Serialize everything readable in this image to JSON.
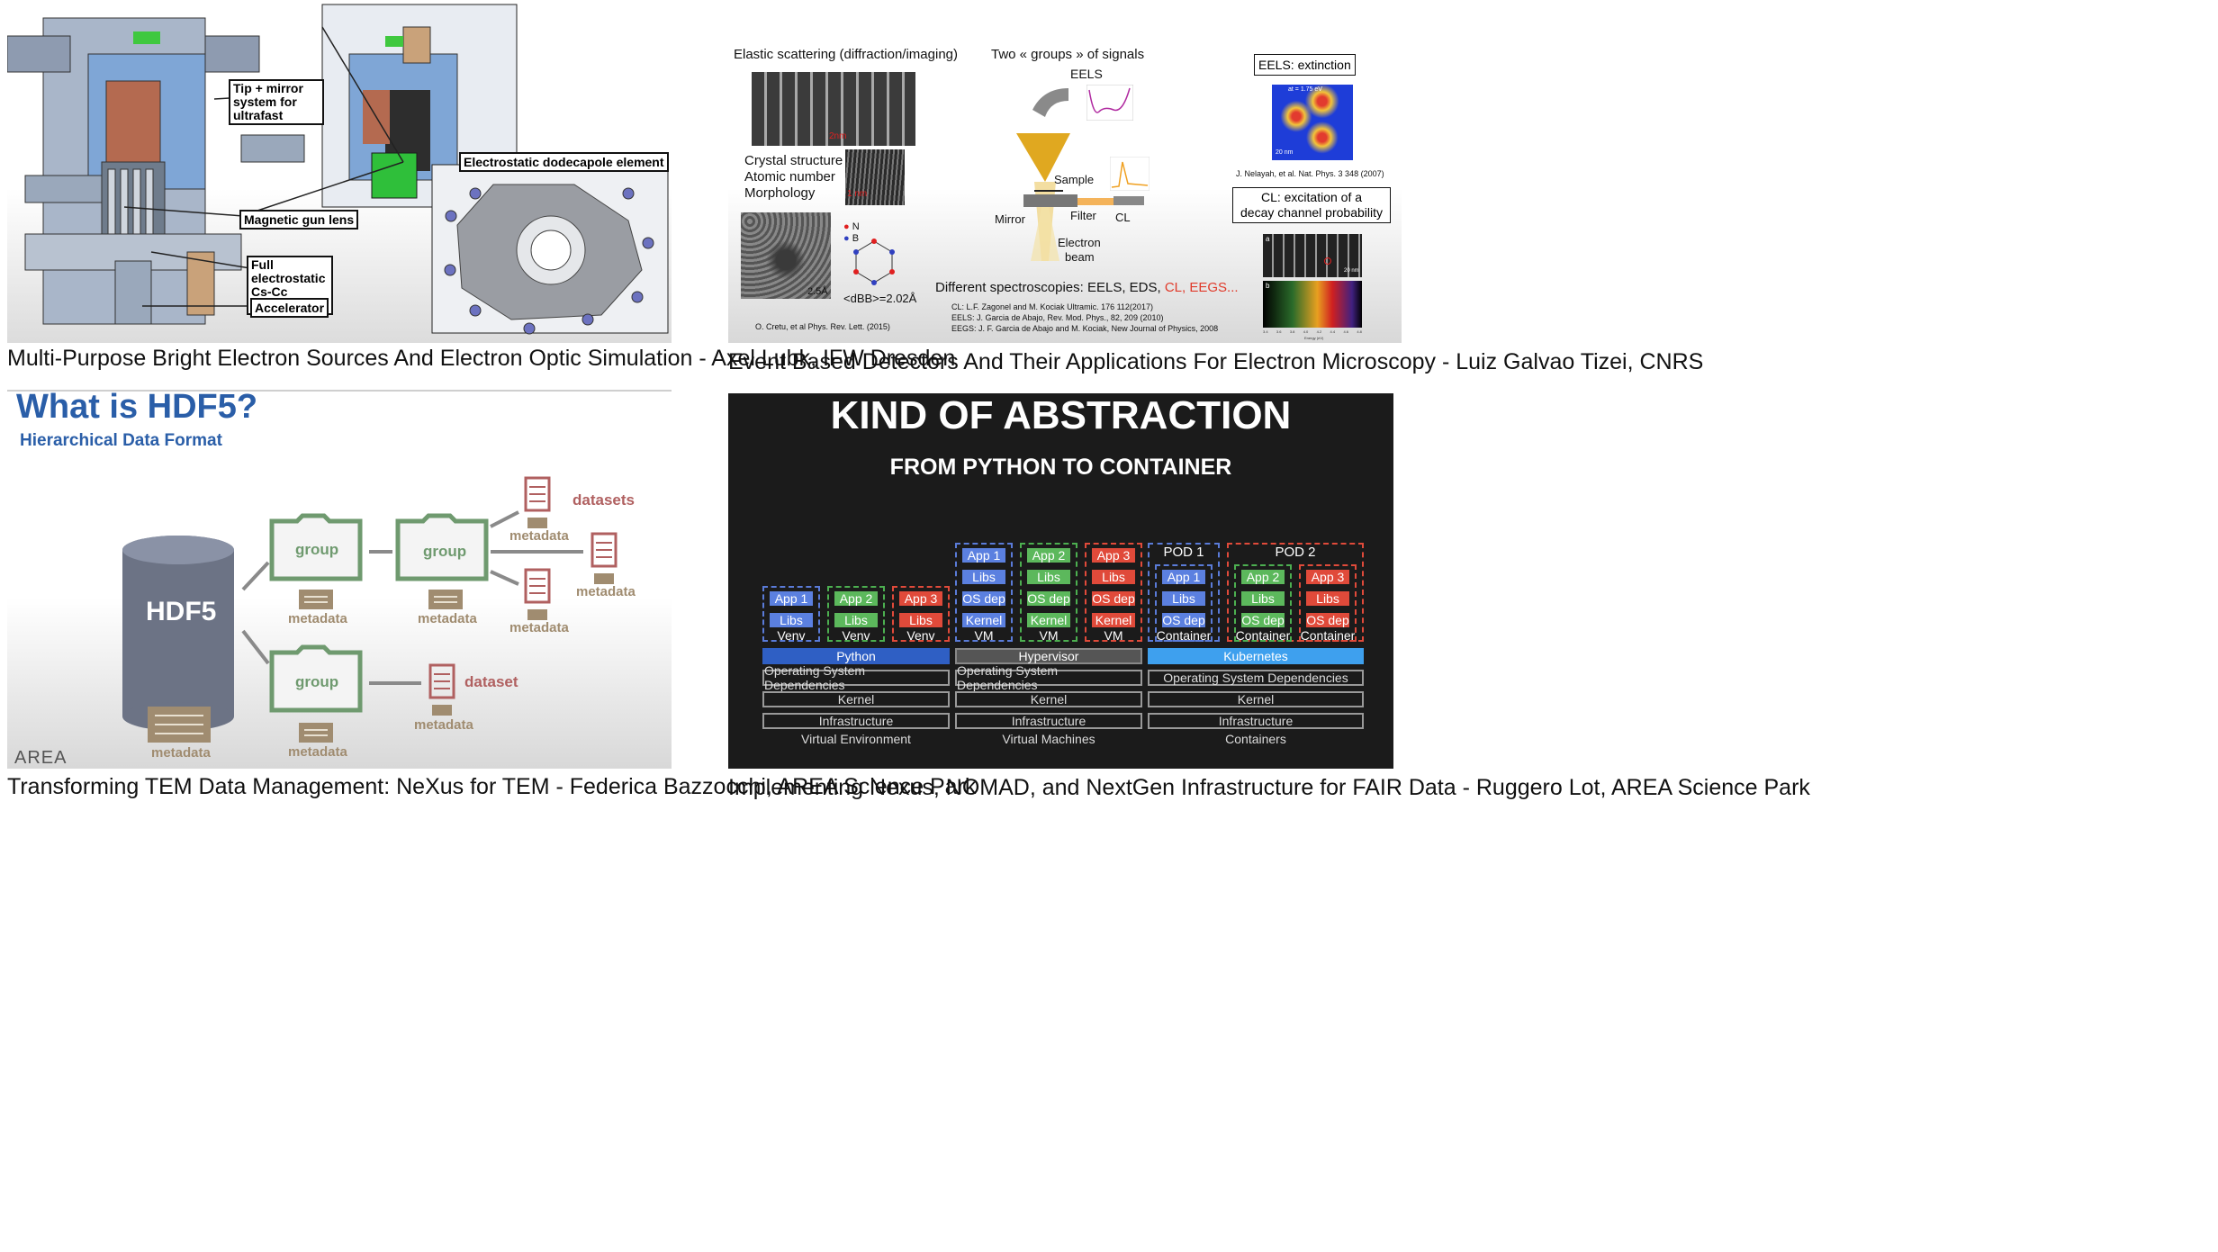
{
  "captions": {
    "tl": "Multi-Purpose Bright Electron Sources And Electron Optic Simulation - Axel Lubk, IFW Dresden",
    "tr": "Event Based Detectors And Their Applications For Electron Microscopy - Luiz Galvao Tizei, CNRS",
    "bl": "Transforming TEM Data Management: NeXus for TEM - Federica Bazzocchi, AREA Science Park",
    "br": "Implementing Nexus, NOMAD, and NextGen Infrastructure for FAIR Data - Ruggero Lot, AREA Science Park"
  },
  "slide1": {
    "labels": {
      "tip": "Tip + mirror system for ultrafast",
      "dodecapole": "Electrostatic dodecapole element",
      "gun_lens": "Magnetic gun lens",
      "corrector": "Full electrostatic Cs-Cc corrector",
      "accelerator": "Accelerator"
    }
  },
  "slide2": {
    "elastic": "Elastic scattering (diffraction/imaging)",
    "scale_diff": "2nm",
    "crystal": "Crystal structure",
    "atomic": "Atomic number",
    "morph": "Morphology",
    "scale_hr": "1 nm",
    "scale_stem": "2.5Å",
    "n_label": "N",
    "b_label": "B",
    "dbb": "<dBB>=2.02Å",
    "ref_cretu": "O. Cretu, et al  Phys. Rev. Lett. (2015)",
    "two_groups": "Two « groups » of signals",
    "eels": "EELS",
    "sample": "Sample",
    "mirror": "Mirror",
    "filter": "Filter",
    "cl": "CL",
    "electron": "Electron",
    "beam": "beam",
    "diff_spec_a": "Different spectroscopies: EELS, EDS, ",
    "diff_spec_b": "CL, EEGS...",
    "ref_cl": "CL: L.F. Zagonel and M. Kociak Ultramic. 176 112(2017)",
    "ref_eels": "EELS: J. Garcia de Abajo, Rev. Mod. Phys., 82, 209 (2010)",
    "ref_eegs": "EEGS: J. F. Garcia de Abajo and M. Kociak, New Journal of Physics, 2008",
    "eels_ext": "EELS: extinction",
    "ref_nelayah": "J. Nelayah, et al. Nat. Phys. 3 348 (2007)",
    "cl_exc_1": "CL: excitation of a",
    "cl_exc_2": "decay channel probability",
    "map_energy": "at = 1.75 eV",
    "map_scale": "20 nm",
    "panel_a": "a",
    "panel_b": "b",
    "cl_scale": "20 nm",
    "energy_axis": "Energy (eV)",
    "energy_ticks": [
      "3.4",
      "3.6",
      "3.8",
      "4.0",
      "4.2",
      "4.4",
      "4.6",
      "4.8"
    ]
  },
  "slide3": {
    "title": "What is HDF5?",
    "subtitle": "Hierarchical Data Format",
    "hdf5": "HDF5",
    "group": "group",
    "metadata": "metadata",
    "datasets": "datasets",
    "dataset": "dataset",
    "logo": "AREA"
  },
  "slide4": {
    "title": "KIND OF ABSTRACTION",
    "subtitle": "FROM PYTHON TO CONTAINER",
    "app1": "App 1",
    "app2": "App 2",
    "app3": "App 3",
    "libs": "Libs",
    "osdep": "OS dep",
    "kernel_s": "Kernel",
    "venv": "Venv",
    "vm": "VM",
    "container": "Container",
    "pod1": "POD 1",
    "pod2": "POD 2",
    "python": "Python",
    "hypervisor": "Hypervisor",
    "kubernetes": "Kubernetes",
    "osdeps": "Operating System Dependencies",
    "kernel": "Kernel",
    "infra": "Infrastructure",
    "venv_env": "Virtual Environment",
    "vms": "Virtual Machines",
    "containers": "Containers",
    "colors": {
      "blue": "#5b80e0",
      "green": "#5cb85c",
      "red": "#e04a3a",
      "python": "#2f5fc4",
      "kube": "#3ea0ee",
      "hyper": "#555555"
    }
  }
}
